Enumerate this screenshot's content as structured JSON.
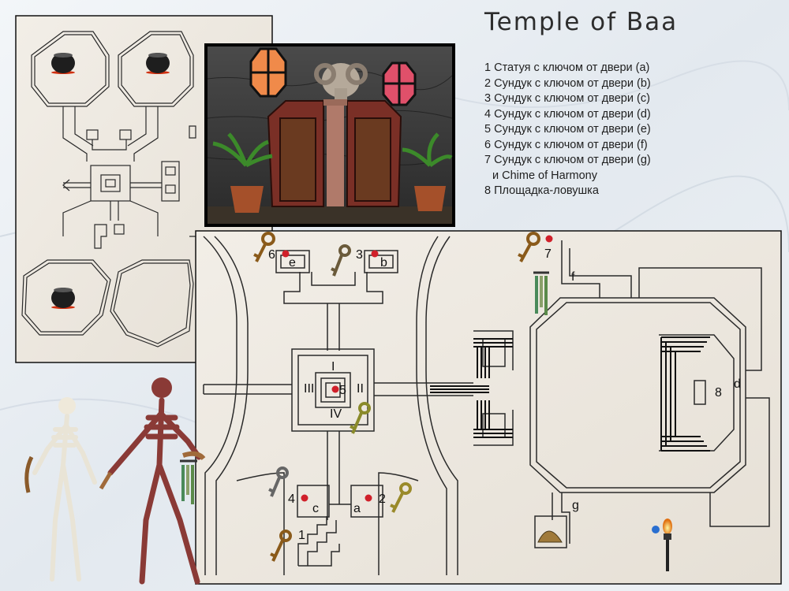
{
  "title": "Temple of Baa",
  "legend": [
    "1 Статуя с ключом от двери (a)",
    "2 Сундук с ключом от двери (b)",
    "3 Сундук с ключом от двери (c)",
    "4 Сундук с ключом от двери (d)",
    "5 Сундук с ключом от двери (e)",
    "6 Сундук с ключом от двери (f)",
    "7 Сундук с ключом от двери (g)",
    "и Chime of Harmony",
    "8 Площадка-ловушка"
  ],
  "map_labels": {
    "n1": "1",
    "n2": "2",
    "n3": "3",
    "n4": "4",
    "n5": "5",
    "n6": "6",
    "n7": "7",
    "n8": "8",
    "a": "a",
    "b": "b",
    "c": "c",
    "d": "d",
    "e": "e",
    "f": "f",
    "g": "g",
    "r1": "I",
    "r2": "II",
    "r3": "III",
    "r4": "IV"
  },
  "colors": {
    "marker_red": "#d0202a",
    "marker_blue": "#2a6fd0",
    "wall": "#2a2a2a",
    "parchment": "#efeae2"
  },
  "icons": [
    "key-icon",
    "chime-icon",
    "torch-icon",
    "cauldron-icon",
    "treasure-pile-icon",
    "skeleton-icon",
    "ram-statue-icon"
  ]
}
